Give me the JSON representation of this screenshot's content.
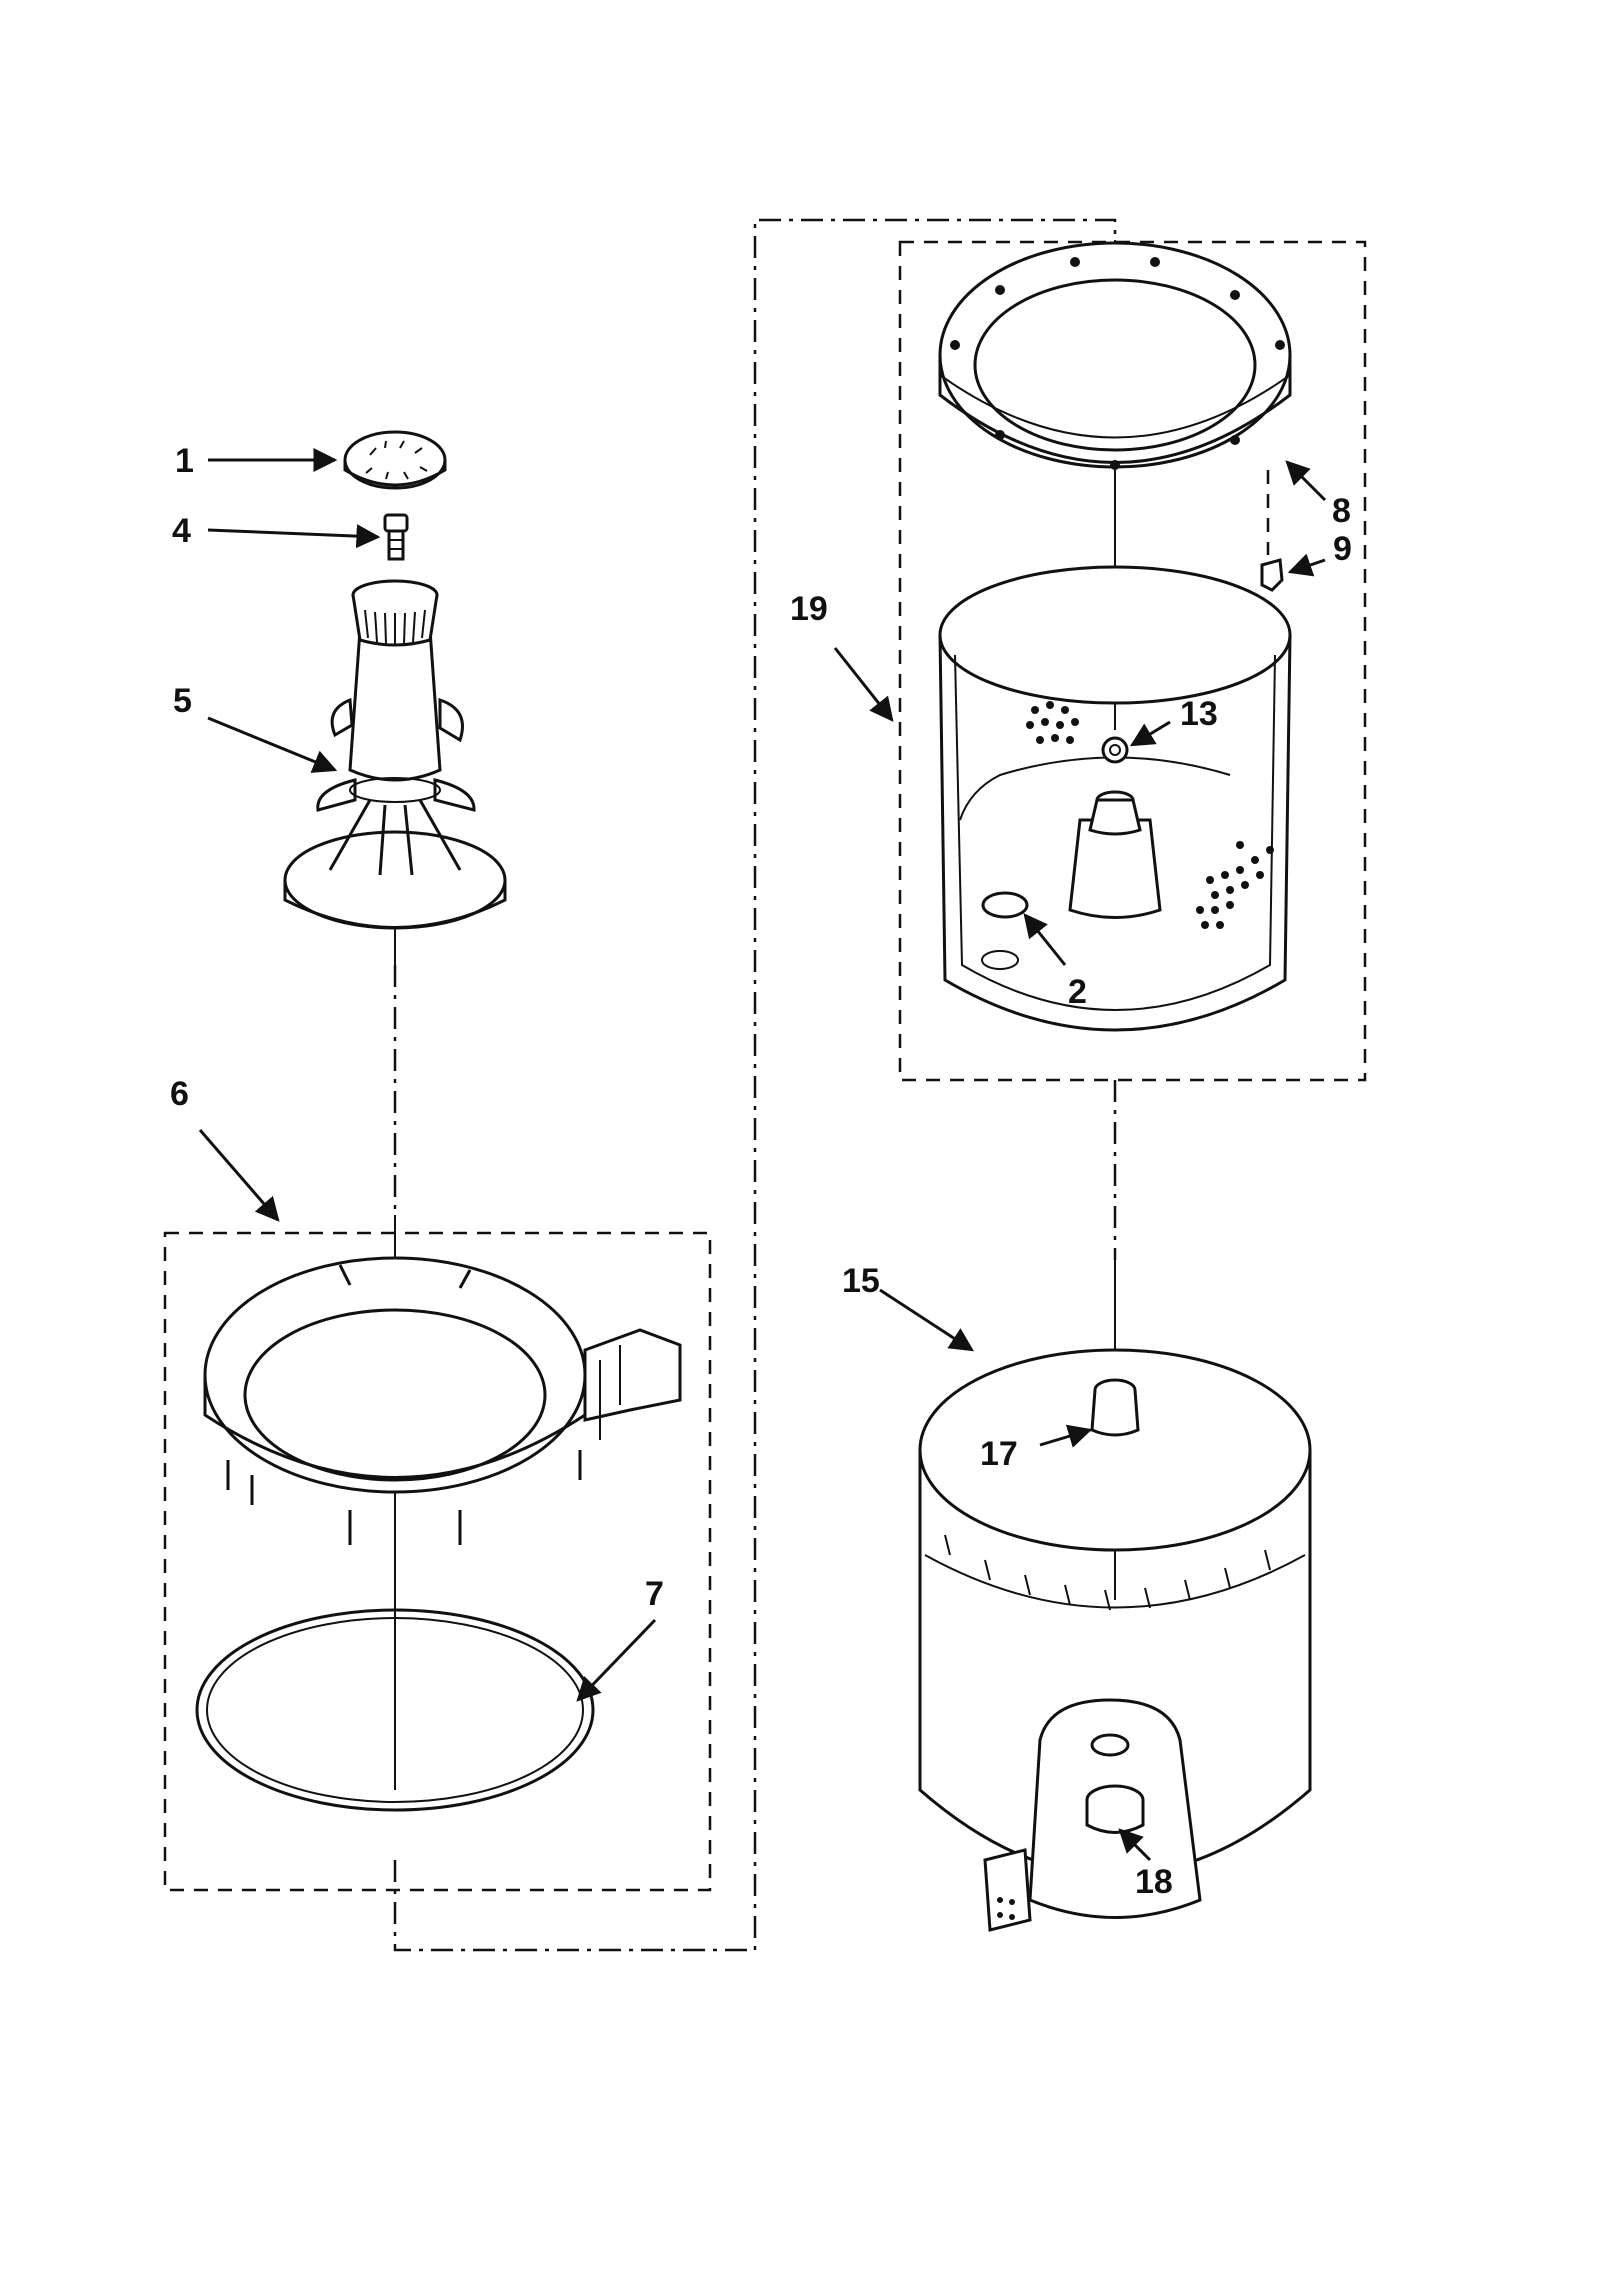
{
  "diagram": {
    "callouts": [
      {
        "id": "1",
        "text": "1"
      },
      {
        "id": "4",
        "text": "4"
      },
      {
        "id": "5",
        "text": "5"
      },
      {
        "id": "6",
        "text": "6"
      },
      {
        "id": "7",
        "text": "7"
      },
      {
        "id": "19",
        "text": "19"
      },
      {
        "id": "8",
        "text": "8"
      },
      {
        "id": "9",
        "text": "9"
      },
      {
        "id": "13",
        "text": "13"
      },
      {
        "id": "2",
        "text": "2"
      },
      {
        "id": "15",
        "text": "15"
      },
      {
        "id": "17",
        "text": "17"
      },
      {
        "id": "18",
        "text": "18"
      }
    ]
  }
}
